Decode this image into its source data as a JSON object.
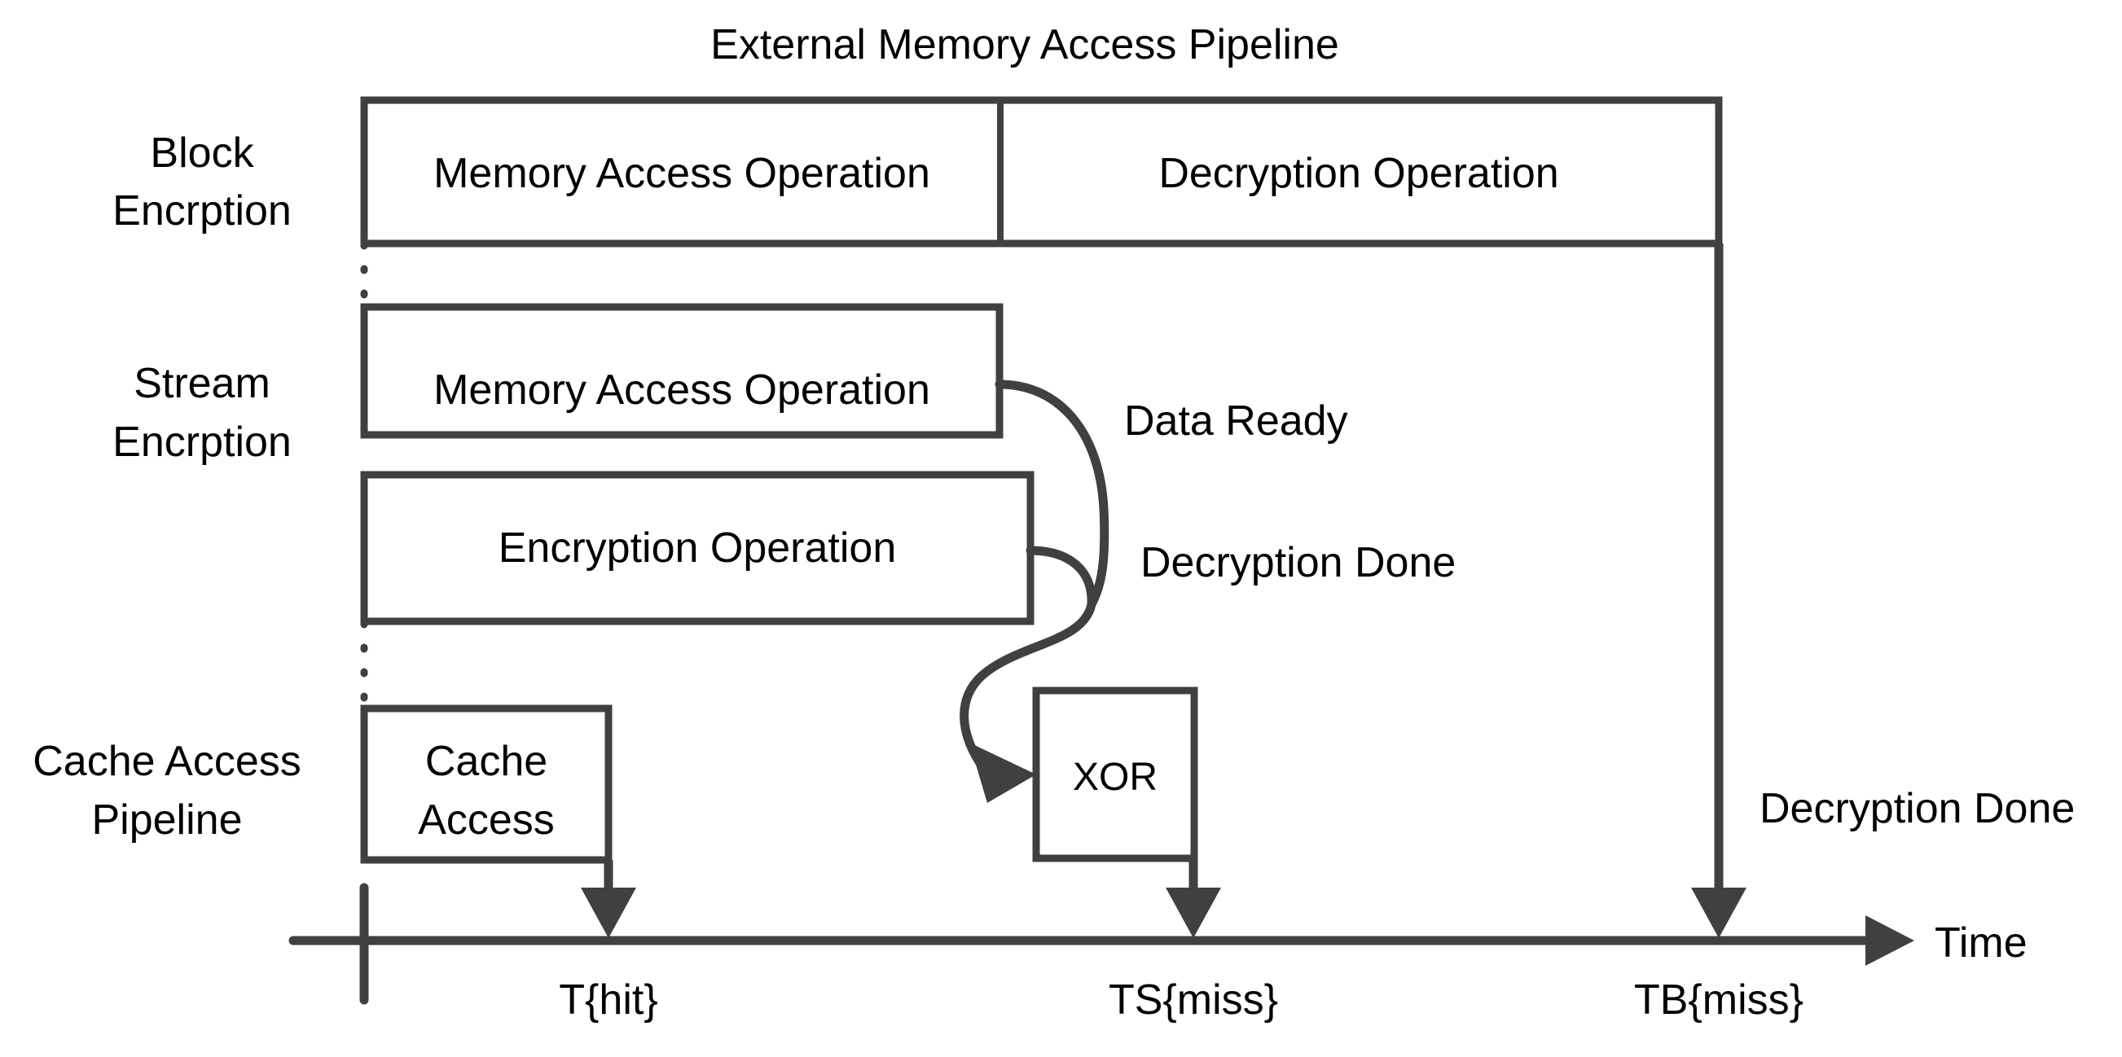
{
  "figure": {
    "title": "External Memory Access Pipeline",
    "kind": "timing-diagram"
  },
  "rows": [
    {
      "id": "block",
      "label_line1": "Block",
      "label_line2": "Encrption"
    },
    {
      "id": "stream",
      "label_line1": "Stream",
      "label_line2": "Encrption"
    },
    {
      "id": "cache",
      "label_line1": "Cache Access",
      "label_line2": "Pipeline"
    }
  ],
  "boxes": {
    "block_memory_access": "Memory Access Operation",
    "block_decryption": "Decryption Operation",
    "stream_memory_access": "Memory Access Operation",
    "stream_encryption": "Encryption Operation",
    "xor": "XOR",
    "cache_access_line1": "Cache",
    "cache_access_line2": "Access"
  },
  "signals": {
    "data_ready": "Data Ready",
    "decryption_done_stream": "Decryption Done",
    "decryption_done_block": "Decryption Done"
  },
  "axis": {
    "label": "Time",
    "ticks": [
      {
        "id": "t-hit",
        "label": "T{hit}"
      },
      {
        "id": "ts-miss",
        "label": "TS{miss}"
      },
      {
        "id": "tb-miss",
        "label": "TB{miss}"
      }
    ]
  },
  "colors": {
    "stroke": "#404040",
    "text": "#000000",
    "background": "#ffffff"
  }
}
